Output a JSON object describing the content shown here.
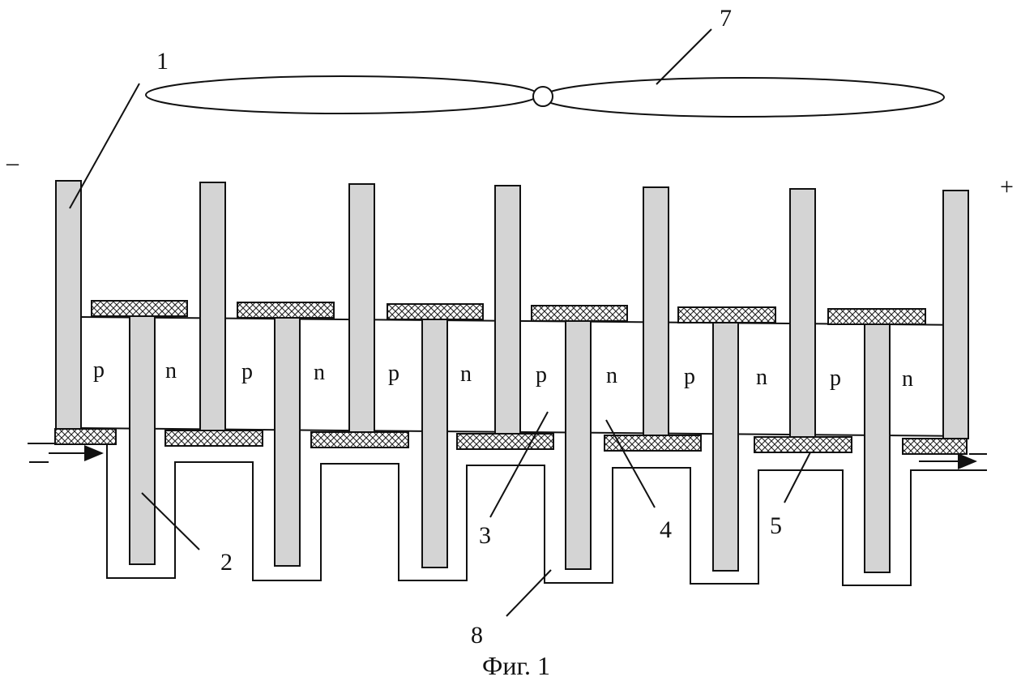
{
  "figure": {
    "caption": "Фиг. 1",
    "polarity": {
      "minus": "–",
      "plus": "+"
    },
    "callouts": [
      "1",
      "2",
      "3",
      "4",
      "5",
      "7",
      "8"
    ],
    "elements": {
      "p_label": "p",
      "n_label": "n",
      "pair_count": 6
    }
  }
}
